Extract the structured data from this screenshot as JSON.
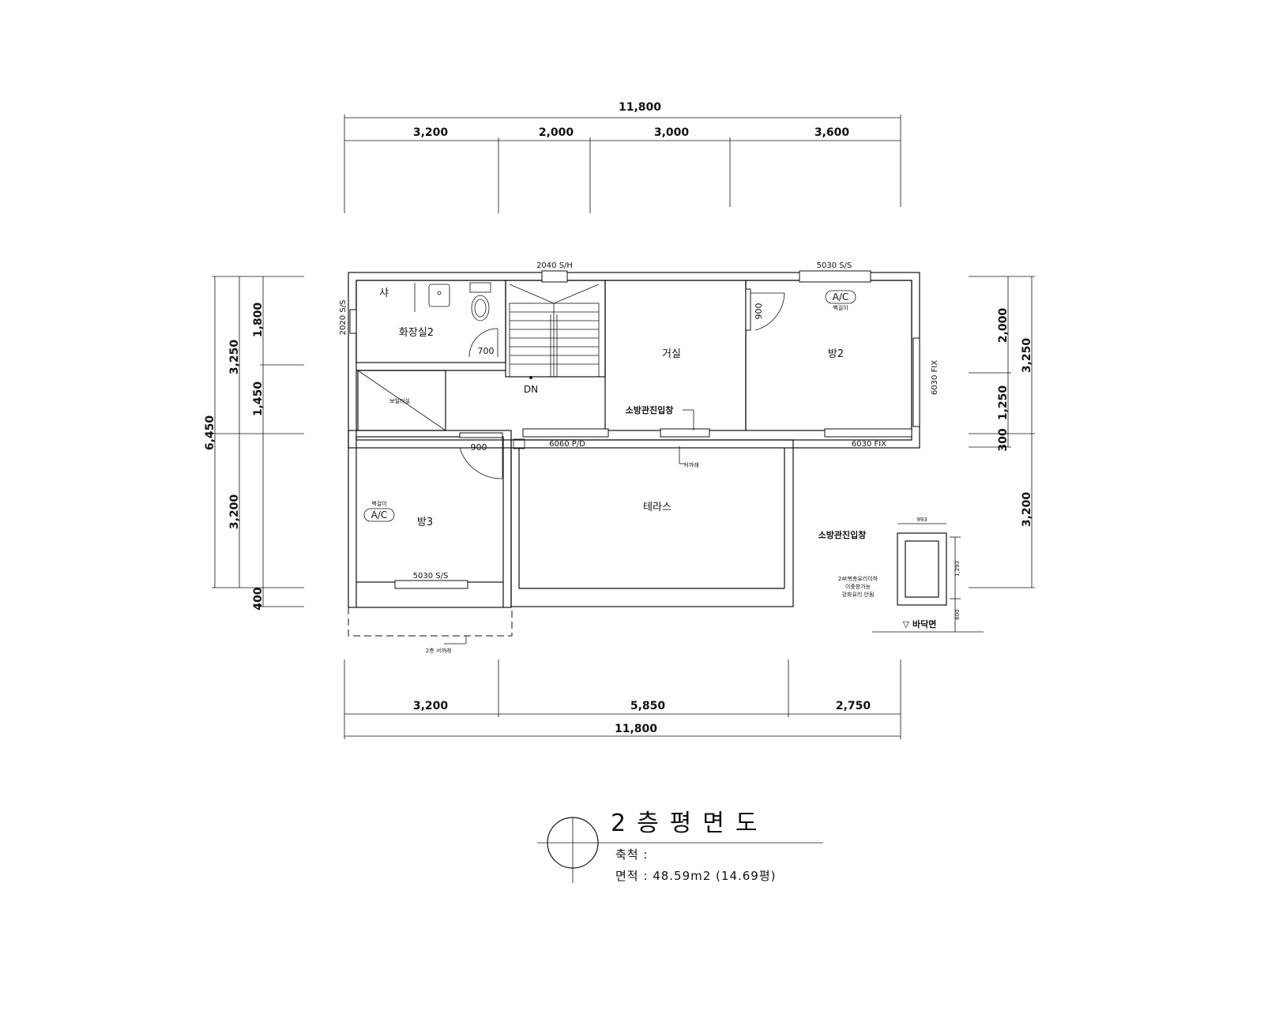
{
  "top_dims": {
    "overall": "11,800",
    "segments": [
      "3,200",
      "2,000",
      "3,000",
      "3,600"
    ]
  },
  "bottom_dims": {
    "overall": "11,800",
    "segments": [
      "3,200",
      "5,850",
      "2,750"
    ]
  },
  "left_dims": {
    "overall": "6,450",
    "outer": [
      "3,250",
      "3,200"
    ],
    "inner": [
      "1,800",
      "1,450",
      "400"
    ]
  },
  "right_dims": {
    "outer": [
      "3,250",
      "3,200"
    ],
    "inner": [
      "2,000",
      "1,250",
      "300"
    ]
  },
  "rooms": {
    "bathroom": "화장실2",
    "living": "거실",
    "room2": "방2",
    "room3": "방3",
    "terrace": "테라스",
    "stairs_dn": "DN",
    "storage": "보일러실"
  },
  "windows": {
    "w_2040": "2040 S/H",
    "w_5030_top": "5030 S/S",
    "w_2020": "2020 S/S",
    "w_6030_side": "6030 FIX",
    "w_6060": "6060 P/D",
    "w_6030_bottom": "6030 FIX",
    "w_5030_bottom": "5030 S/S"
  },
  "doors": {
    "d_700": "700",
    "d_900_room2": "900",
    "d_900_room3": "900"
  },
  "ac": {
    "label": "A/C",
    "note": "벽걸이"
  },
  "labels": {
    "fire_access": "소방관진입창",
    "fire_access_detail": "소방관진입창",
    "balcony_line": "2층 서까래",
    "eave_line": "서까래",
    "shower": "샤"
  },
  "detail": {
    "width": "993",
    "height": "1,293",
    "sill": "600",
    "note_lines": [
      "24t복층유리이하",
      "이중창가능",
      "강화유리 안됨"
    ],
    "floor": "▽ 바닥면"
  },
  "title_block": {
    "title": "2층평면도",
    "scale": "축척 :",
    "area": "면적 : 48.59m2 (14.69평)"
  }
}
